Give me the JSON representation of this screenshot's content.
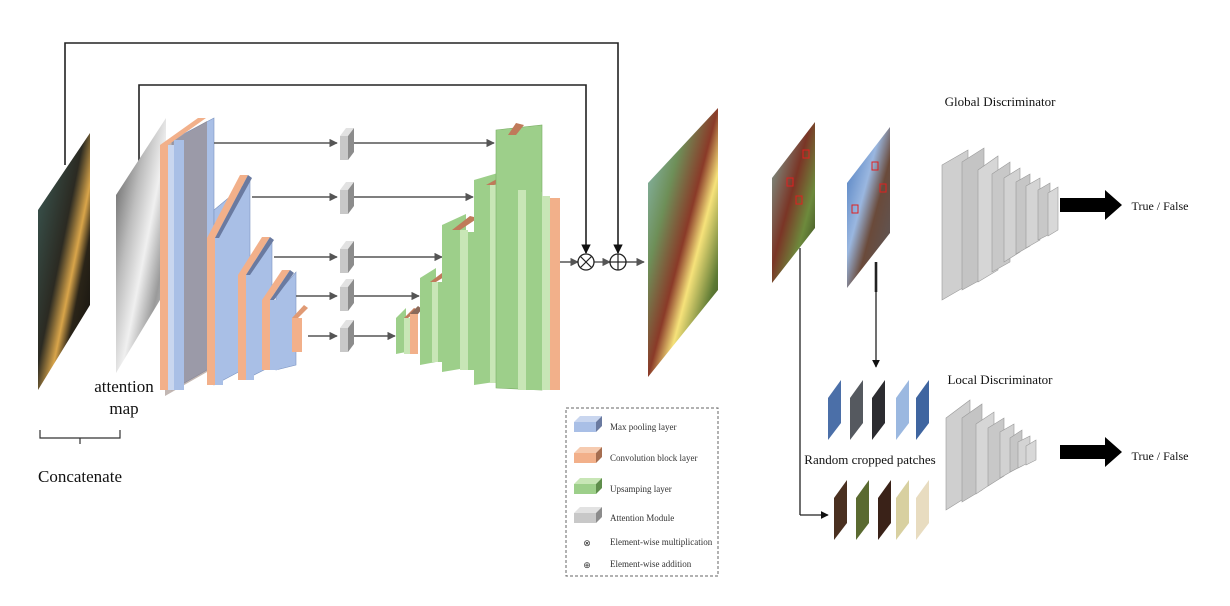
{
  "labels": {
    "attention_map_line1": "attention",
    "attention_map_line2": "map",
    "concatenate": "Concatenate",
    "global_discriminator": "Global Discriminator",
    "local_discriminator": "Local Discriminator",
    "random_cropped_patches": "Random cropped patches",
    "output_global": "True / False",
    "output_local": "True / False"
  },
  "legend": {
    "items": [
      {
        "label": "Max pooling layer",
        "color": "#a9bfe6"
      },
      {
        "label": "Convolution block layer",
        "color": "#f2b08a"
      },
      {
        "label": "Upsamping layer",
        "color": "#9dcf8a"
      },
      {
        "label": "Attention Module",
        "color": "#c8c8c8"
      }
    ],
    "symbols": [
      {
        "symbol": "⊗",
        "label": "Element-wise multiplication"
      },
      {
        "symbol": "⊕",
        "label": "Element-wise addition"
      }
    ]
  },
  "colors": {
    "pool": "#a9bfe6",
    "conv": "#f2b08a",
    "up": "#9dcf8a",
    "attn": "#c8c8c8",
    "disc": "#cfcfcf"
  }
}
